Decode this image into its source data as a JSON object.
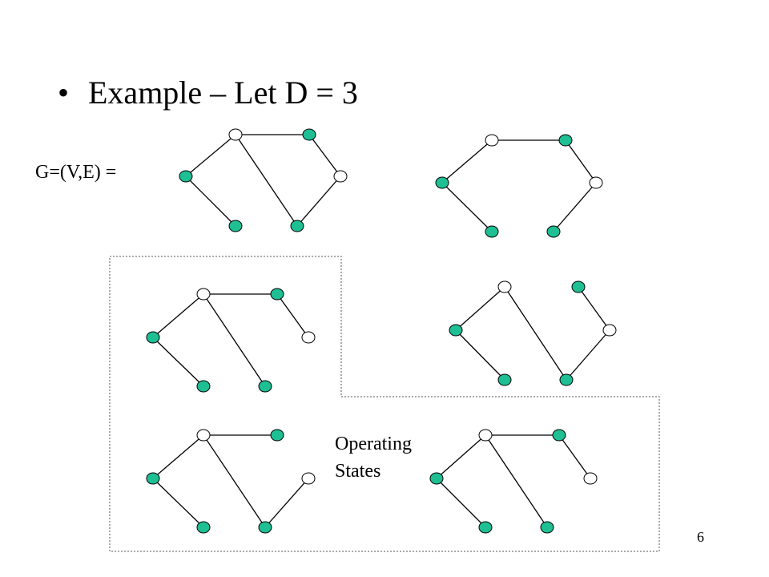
{
  "slide": {
    "bullet": "•",
    "title": "Example – Let D = 3",
    "graph_label": "G=(V,E) =",
    "operating_label_line1": "Operating",
    "operating_label_line2": "States",
    "page_number": "6"
  },
  "colors": {
    "active_node": "#1fbf94",
    "inactive_node": "#ffffff",
    "edge": "#000000"
  }
}
